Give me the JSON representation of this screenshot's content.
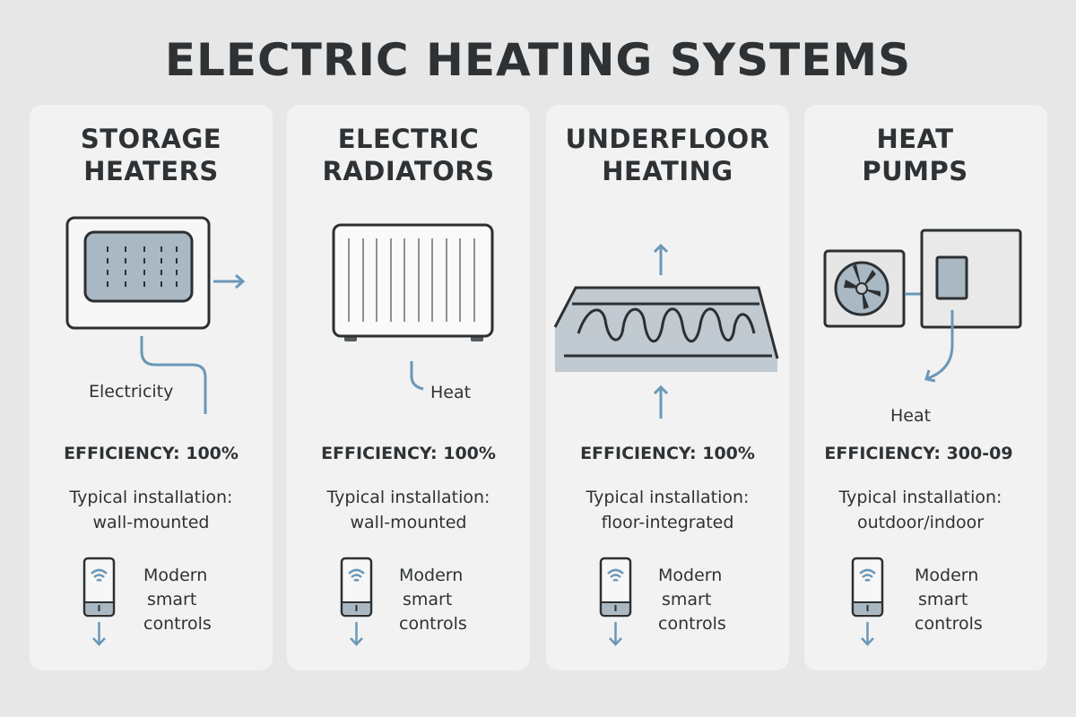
{
  "title": "ELECTRIC HEATING SYSTEMS",
  "colors": {
    "background": "#e7e7e7",
    "card": "#f2f2f2",
    "text": "#2e3235",
    "accent_blue": "#6a98b8",
    "panel_gray": "#a9b8c2"
  },
  "cards": [
    {
      "title_line1": "STORAGE",
      "title_line2": "HEATERS",
      "icon": "storage-heater-icon",
      "diagram_label": "Electricity",
      "efficiency": "EFFICIENCY: 100%",
      "installation_label": "Typical installation:",
      "installation_value": "wall-mounted",
      "controls_line1": "Modern",
      "controls_line2": "smart",
      "controls_line3": "controls"
    },
    {
      "title_line1": "ELECTRIC",
      "title_line2": "RADIATORS",
      "icon": "radiator-icon",
      "diagram_label": "Heat",
      "efficiency": "EFFICIENCY: 100%",
      "installation_label": "Typical installation:",
      "installation_value": "wall-mounted",
      "controls_line1": "Modern",
      "controls_line2": "smart",
      "controls_line3": "controls"
    },
    {
      "title_line1": "UNDERFLOOR",
      "title_line2": "HEATING",
      "icon": "underfloor-heating-icon",
      "diagram_label": "",
      "efficiency": "EFFICIENCY: 100%",
      "installation_label": "Typical installation:",
      "installation_value": "floor-integrated",
      "controls_line1": "Modern",
      "controls_line2": "smart",
      "controls_line3": "controls"
    },
    {
      "title_line1": "HEAT",
      "title_line2": "PUMPS",
      "icon": "heat-pump-icon",
      "diagram_label": "Heat",
      "efficiency": "EFFICIENCY: 300-09",
      "installation_label": "Typical installation:",
      "installation_value": "outdoor/indoor",
      "controls_line1": "Modern",
      "controls_line2": "smart",
      "controls_line3": "controls"
    }
  ]
}
